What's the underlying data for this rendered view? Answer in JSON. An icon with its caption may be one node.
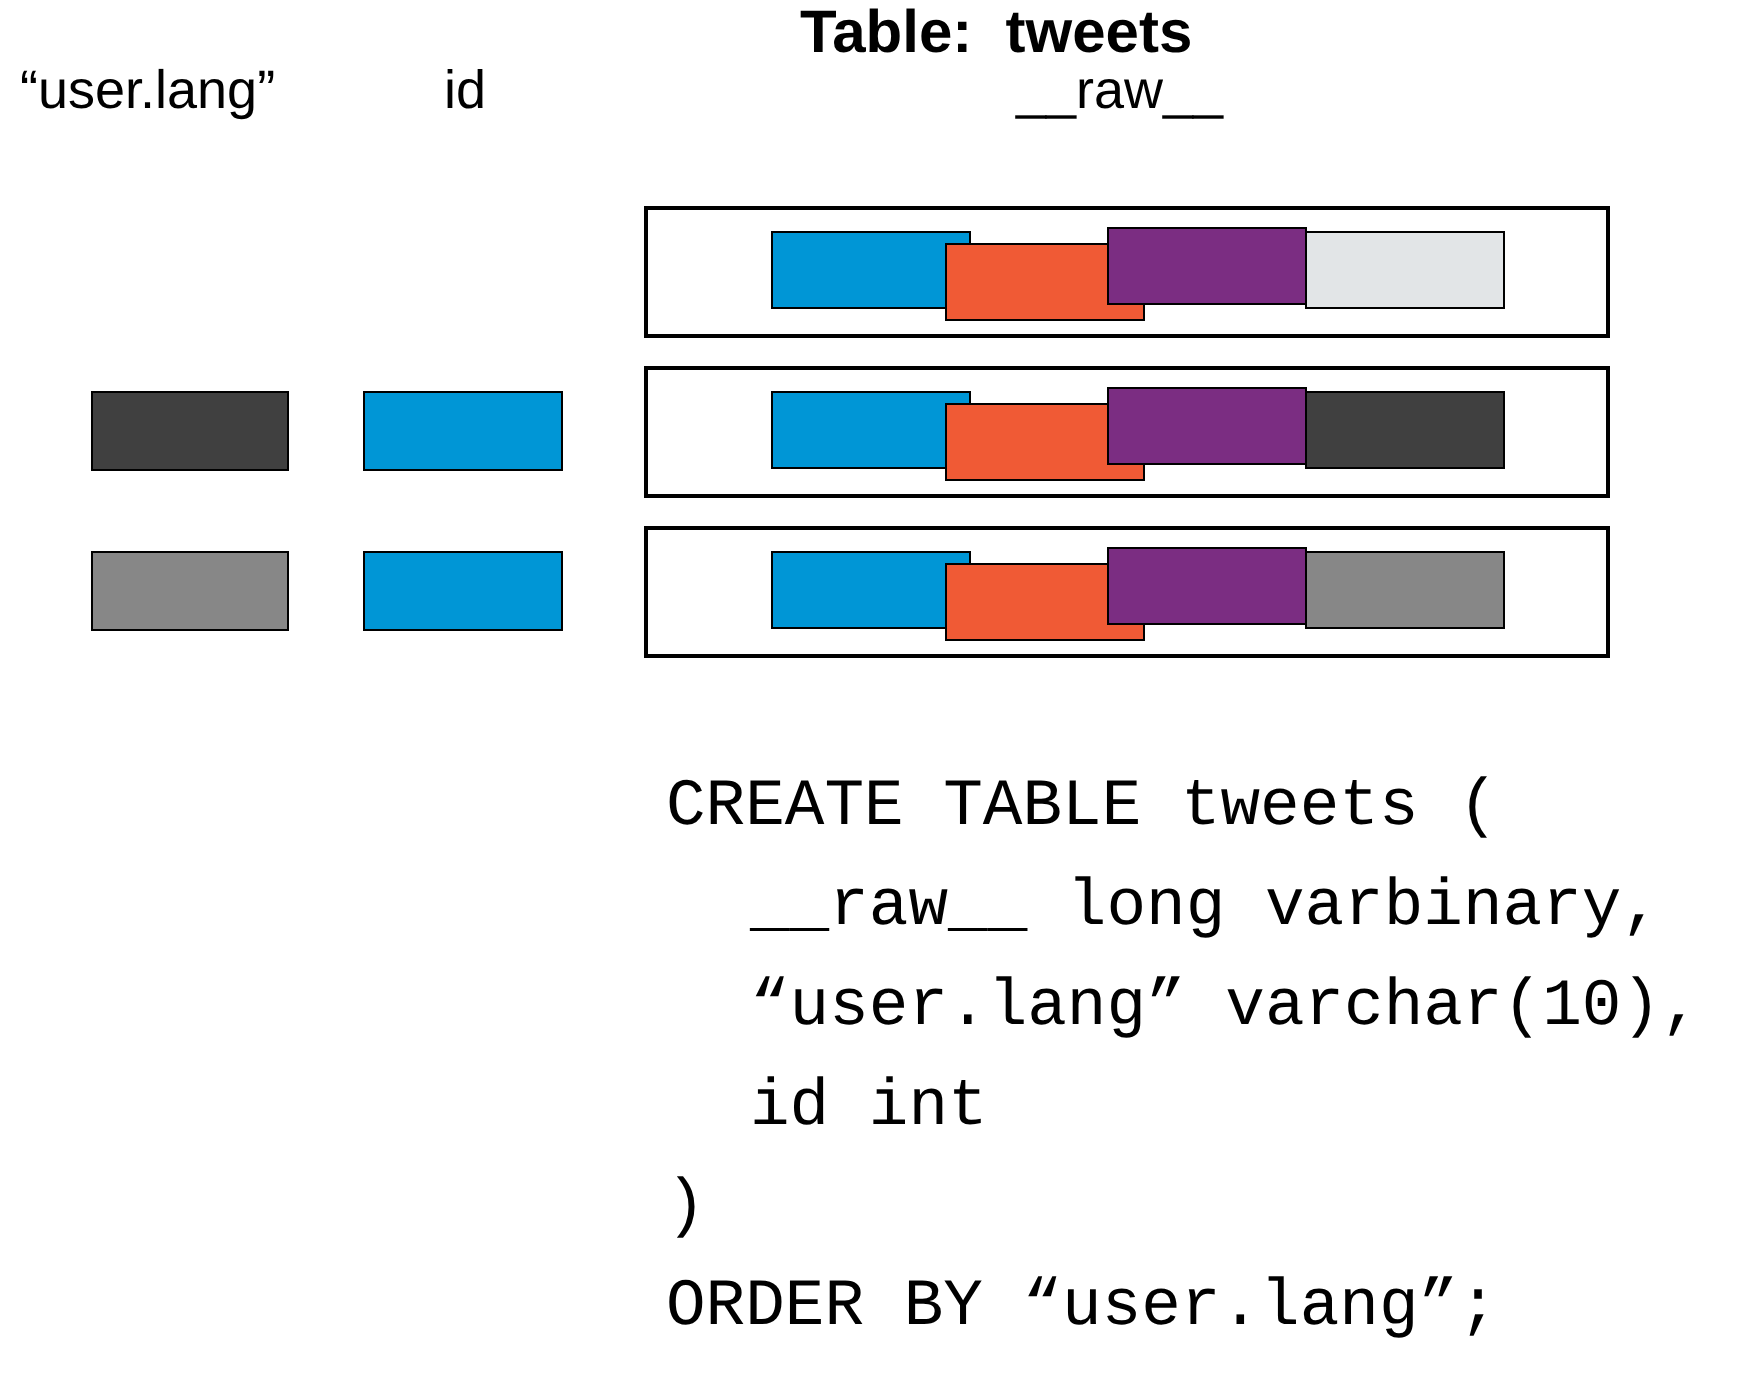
{
  "diagram": {
    "title": "Table:  tweets",
    "labels": [
      "“user.lang”",
      "id",
      "__raw__",
      "CREATE TABLE tweets (",
      "__raw__ long varbinary,",
      "“user.lang” varchar(10),",
      "id int",
      ")",
      "ORDER BY “user.lang”;"
    ]
  }
}
